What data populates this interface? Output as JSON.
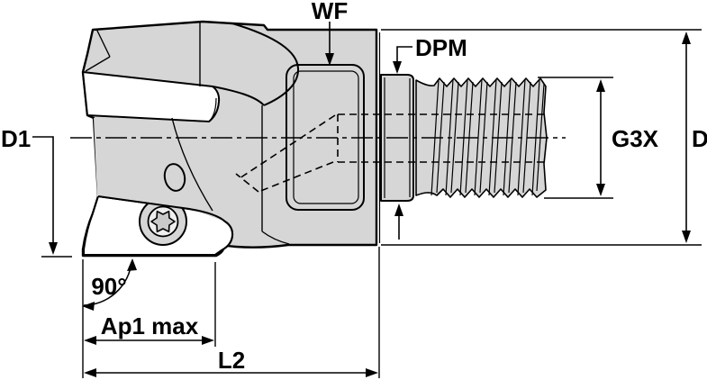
{
  "drawing": {
    "labels": {
      "wf": "WF",
      "dpm": "DPM",
      "d1": "D1",
      "g3x": "G3X",
      "d": "D",
      "angle": "90°",
      "ap1": "Ap1 max",
      "l2": "L2"
    },
    "colors": {
      "background": "#ffffff",
      "body_fill": "#d6d6d6",
      "insert_fill": "#ffffff",
      "screw_inner_fill": "#efefef",
      "screw_star_fill": "#c9c9c9",
      "line": "#000000"
    }
  }
}
